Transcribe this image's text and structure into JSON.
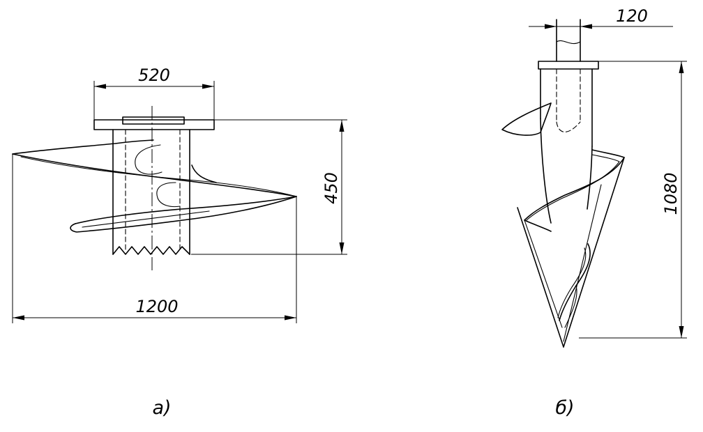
{
  "figure_a": {
    "caption": "a)",
    "dim_top_width": "520",
    "dim_height": "450",
    "dim_overall_width": "1200"
  },
  "figure_b": {
    "caption": "б)",
    "dim_shaft_width": "120",
    "dim_height": "1080"
  },
  "colors": {
    "line": "#000000",
    "background": "#ffffff"
  }
}
